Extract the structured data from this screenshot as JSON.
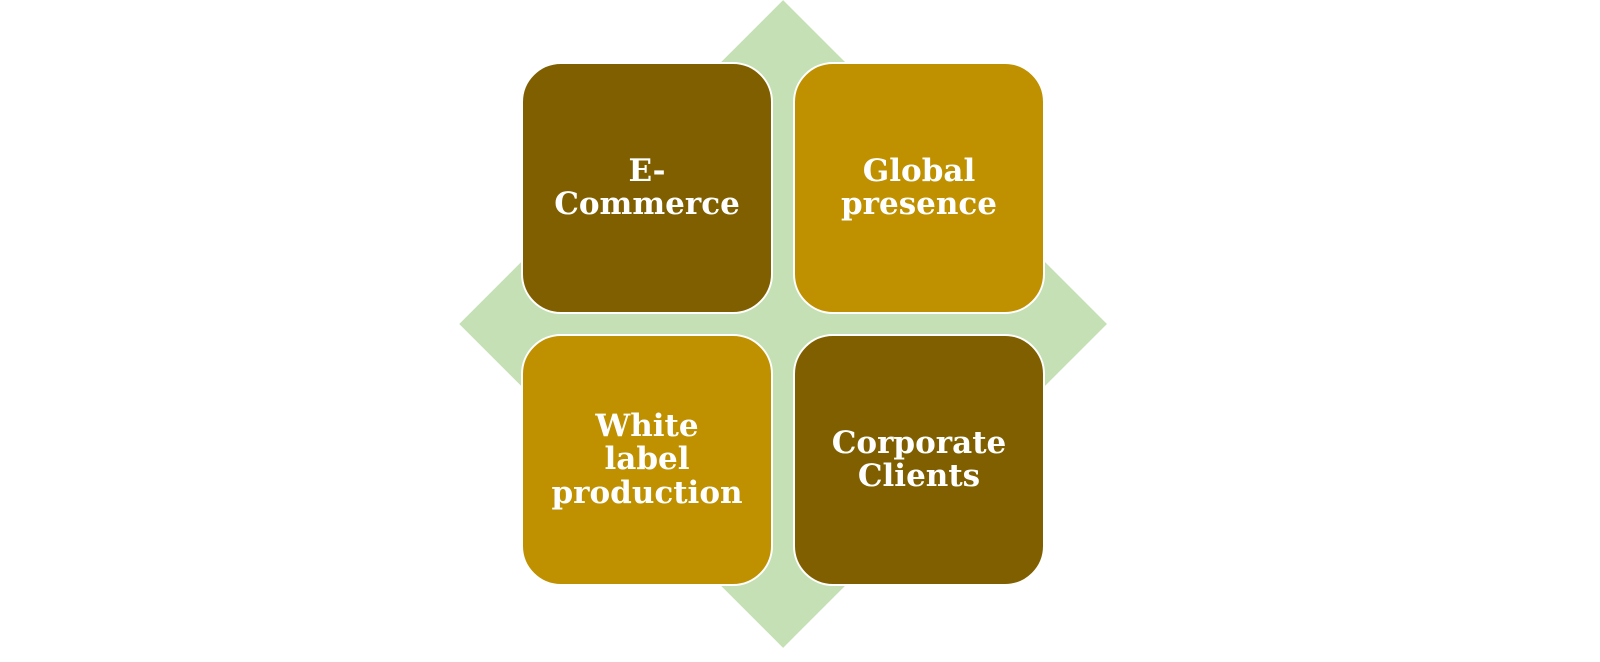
{
  "diagram": {
    "colors": {
      "background_diamond": "#C5E0B4",
      "dark": "#7F5F00",
      "gold": "#BF9000",
      "text": "#FFFFFF"
    },
    "boxes": [
      {
        "label": "E-\nCommerce"
      },
      {
        "label": "Global\npresence"
      },
      {
        "label": "White\nlabel\nproduction"
      },
      {
        "label": "Corporate\nClients"
      }
    ]
  }
}
